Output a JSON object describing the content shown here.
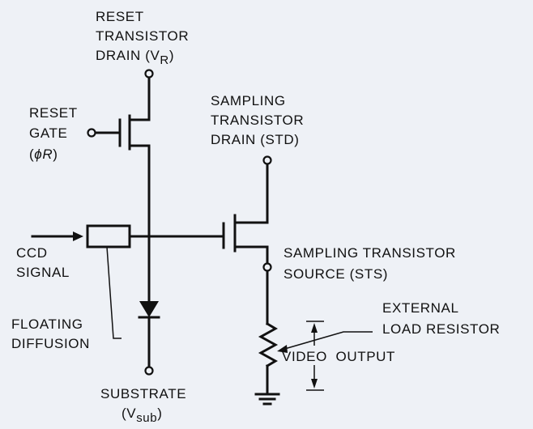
{
  "labels": {
    "reset_drain": [
      "RESET",
      "TRANSISTOR",
      "DRAIN (V"
    ],
    "reset_drain_sub": "R",
    "reset_drain_close": ")",
    "reset_gate": [
      "RESET",
      "GATE"
    ],
    "reset_gate_phi_open": "(",
    "reset_gate_phi": "ϕR",
    "reset_gate_phi_close": ")",
    "sampling_drain": [
      "SAMPLING",
      "TRANSISTOR",
      "DRAIN (STD)"
    ],
    "ccd_signal": [
      "CCD",
      "SIGNAL"
    ],
    "sampling_source": [
      "SAMPLING TRANSISTOR",
      "SOURCE (STS)"
    ],
    "floating_diffusion": [
      "FLOATING",
      "DIFFUSION"
    ],
    "external_load": [
      "EXTERNAL",
      "LOAD RESISTOR"
    ],
    "video_output": "VIDEO  OUTPUT",
    "substrate": "SUBSTRATE",
    "substrate_v_open": "(V",
    "substrate_v_sub": "sub",
    "substrate_v_close": ")"
  }
}
